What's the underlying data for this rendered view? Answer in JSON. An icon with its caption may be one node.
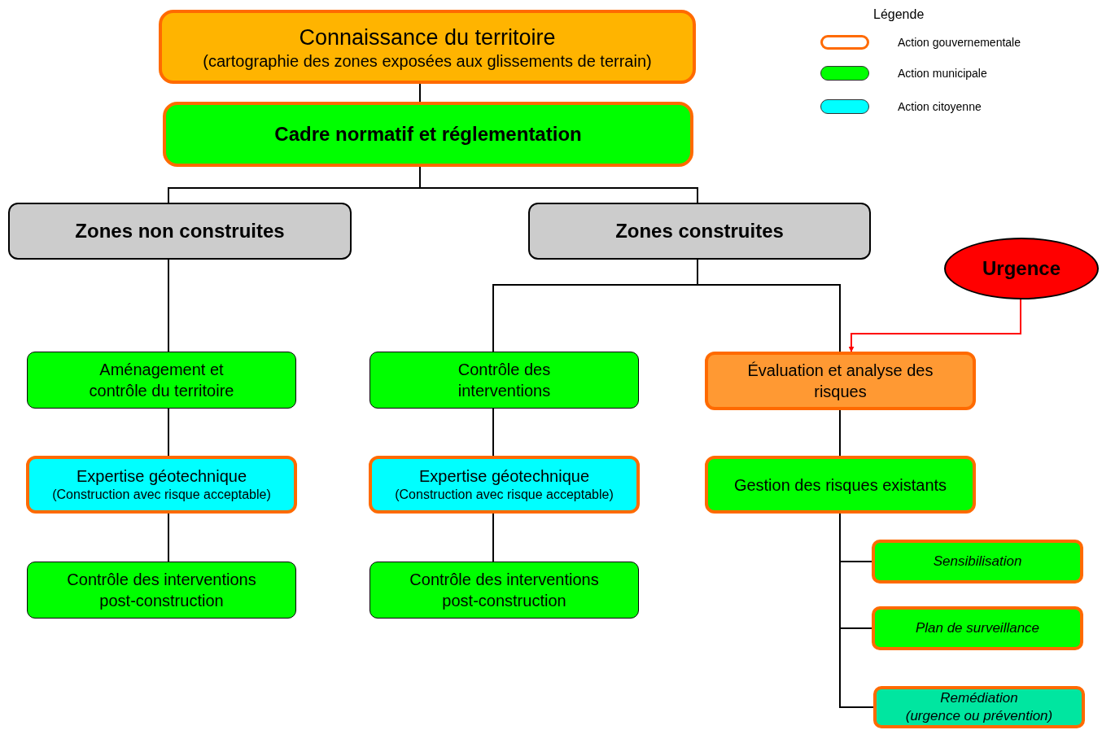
{
  "diagram": {
    "nodes": [
      {
        "text": [
          "Connaissance du territoire",
          "(cartographie des zones exposées aux glissements de terrain)"
        ]
      },
      {
        "text": [
          "Cadre normatif et réglementation"
        ]
      },
      {
        "text": [
          "Zones non construites"
        ]
      },
      {
        "text": [
          "Zones construites"
        ]
      },
      {
        "text": [
          "Urgence"
        ]
      },
      {
        "text": [
          "Aménagement et contrôle du territoire"
        ]
      },
      {
        "text": [
          "Contrôle des interventions"
        ]
      },
      {
        "text": [
          "Évaluation et analyse des risques"
        ]
      },
      {
        "text": [
          "Expertise géotechnique",
          "(Construction avec risque acceptable)"
        ]
      },
      {
        "text": [
          "Expertise géotechnique",
          "(Construction avec risque acceptable)"
        ]
      },
      {
        "text": [
          "Gestion des risques existants"
        ]
      },
      {
        "text": [
          "Contrôle des interventions post-construction"
        ]
      },
      {
        "text": [
          "Contrôle des interventions post-construction"
        ]
      },
      {
        "text": [
          "Sensibilisation"
        ]
      },
      {
        "text": [
          "Plan de surveillance"
        ]
      },
      {
        "text": [
          "Remédiation",
          "(urgence ou prévention)"
        ]
      }
    ],
    "edges": [
      {
        "from": 0,
        "to": 1,
        "arrow": "none"
      },
      {
        "from": 1,
        "to": 2,
        "arrow": "none"
      },
      {
        "from": 1,
        "to": 3,
        "arrow": "none"
      },
      {
        "from": 2,
        "to": 5,
        "arrow": "none"
      },
      {
        "from": 5,
        "to": 8,
        "arrow": "none"
      },
      {
        "from": 8,
        "to": 11,
        "arrow": "none"
      },
      {
        "from": 3,
        "to": 6,
        "arrow": "none"
      },
      {
        "from": 3,
        "to": 7,
        "arrow": "none"
      },
      {
        "from": 6,
        "to": 9,
        "arrow": "none"
      },
      {
        "from": 9,
        "to": 12,
        "arrow": "none"
      },
      {
        "from": 7,
        "to": 10,
        "arrow": "none"
      },
      {
        "from": 10,
        "to": 13,
        "arrow": "none"
      },
      {
        "from": 10,
        "to": 14,
        "arrow": "none"
      },
      {
        "from": 10,
        "to": 15,
        "arrow": "none"
      },
      {
        "from": 4,
        "to": 7,
        "arrow": "to",
        "color": "#ff0000"
      }
    ],
    "labels": [
      "Légende"
    ],
    "legend": [
      {
        "text": "Action gouvernementale",
        "color": "#ffffff"
      },
      {
        "text": "Action municipale",
        "color": "#00ff00"
      },
      {
        "text": "Action citoyenne",
        "color": "#00ffff"
      }
    ]
  }
}
